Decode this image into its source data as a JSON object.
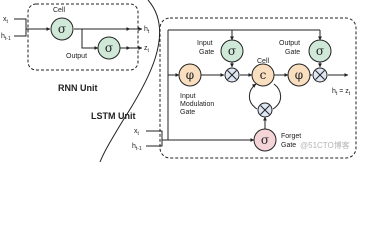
{
  "rnn": {
    "title": "RNN Unit",
    "input_x": "x",
    "input_x_sub": "t",
    "input_h": "h",
    "input_h_sub": "t-1",
    "cell_label": "Cell",
    "output_label": "Output",
    "sigma": "σ",
    "output_h": "h",
    "output_h_sub": "t",
    "output_z": "z",
    "output_z_sub": "t"
  },
  "lstm": {
    "title": "LSTM Unit",
    "input_x": "x",
    "input_x_sub": "t",
    "input_h": "h",
    "input_h_sub": "t-1",
    "phi": "φ",
    "sigma": "σ",
    "multiply": "⊗",
    "input_gate_l1": "Input",
    "input_gate_l2": "Gate",
    "output_gate_l1": "Output",
    "output_gate_l2": "Gate",
    "cell_label": "Cell",
    "input_mod_l1": "Input",
    "input_mod_l2": "Modulation",
    "input_mod_l3": "Gate",
    "forget_l1": "Forget",
    "forget_l2": "Gate",
    "output_text": "h",
    "output_text_sub": "t",
    "output_text_mid": " = z",
    "output_text_sub2": "t"
  },
  "watermark": "@51CTO博客",
  "colors": {
    "sigma_fill": "#cfe8d8",
    "phi_fill": "#f9dec0",
    "mult_fill": "#dfe6f4",
    "forget_fill": "#f5d4d8",
    "line": "#222222"
  }
}
